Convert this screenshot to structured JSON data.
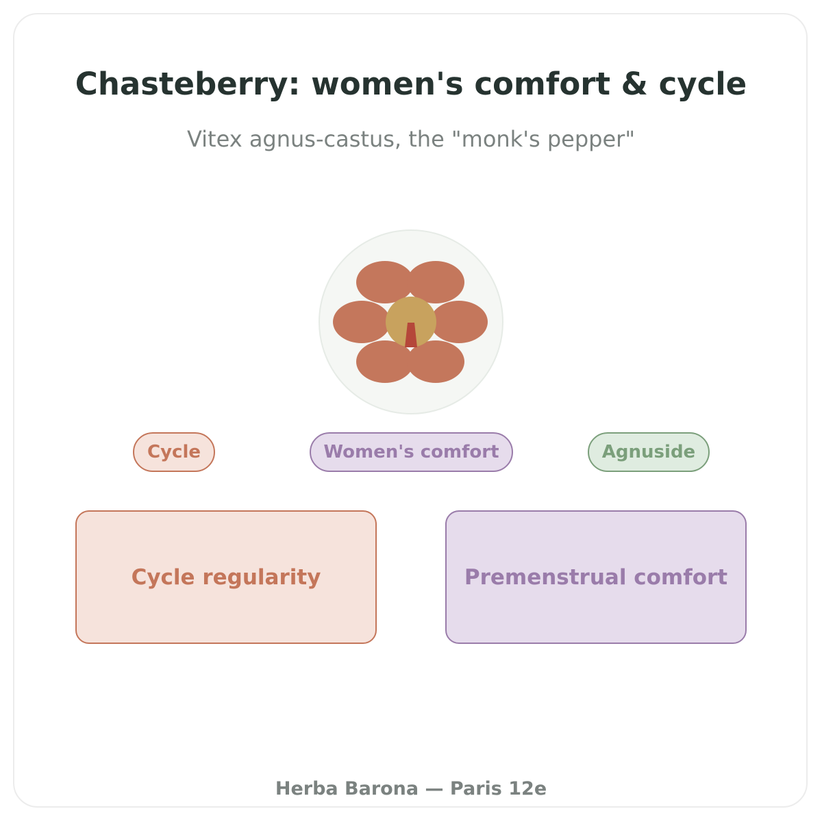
{
  "header": {
    "title": "Chasteberry: women's comfort & cycle",
    "subtitle": "Vitex agnus-castus, the \"monk's pepper\""
  },
  "emblem": {
    "icon": "flower-icon",
    "petal_color": "#c4775c",
    "center_color": "#c8a25e",
    "pistil_color": "#b5473a",
    "backdrop_color": "#f5f7f4"
  },
  "tags": [
    {
      "label": "Cycle",
      "color": "#c4765a"
    },
    {
      "label": "Women's comfort",
      "color": "#9a7caa"
    },
    {
      "label": "Agnuside",
      "color": "#7b9f7b"
    }
  ],
  "benefits": [
    {
      "label": "Cycle regularity",
      "color": "#c4765a"
    },
    {
      "label": "Premenstrual comfort",
      "color": "#9a7caa"
    }
  ],
  "footer": {
    "text": "Herba Barona — Paris 12e"
  }
}
